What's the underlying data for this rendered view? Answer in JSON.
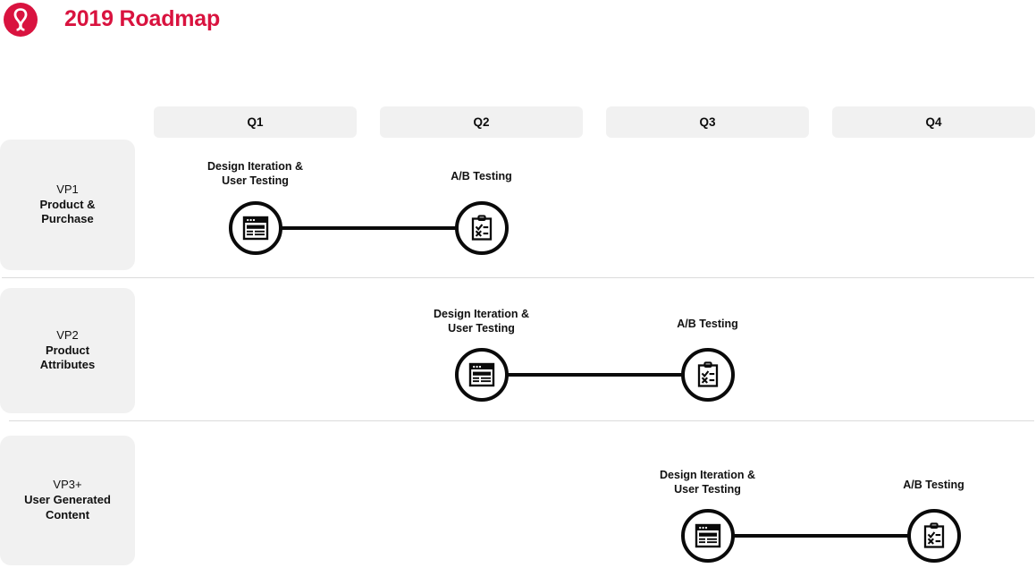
{
  "header": {
    "logo_name": "lululemon-logo",
    "logo_color": "#D9133F",
    "title": "2019 Roadmap",
    "title_color": "#D9133F"
  },
  "timeline": {
    "quarters": [
      {
        "label": "Q1"
      },
      {
        "label": "Q2"
      },
      {
        "label": "Q3"
      },
      {
        "label": "Q4"
      }
    ],
    "quarter_box_color": "#F1F1F1"
  },
  "rows": [
    {
      "id": "VP1",
      "name_line1": "Product &",
      "name_line2": "Purchase",
      "milestones": [
        {
          "label_line1": "Design Iteration &",
          "label_line2": "User Testing",
          "icon": "browser-wireframe-icon"
        },
        {
          "label_line1": "A/B Testing",
          "label_line2": "",
          "icon": "clipboard-checklist-icon"
        }
      ]
    },
    {
      "id": "VP2",
      "name_line1": "Product",
      "name_line2": "Attributes",
      "milestones": [
        {
          "label_line1": "Design Iteration &",
          "label_line2": "User Testing",
          "icon": "browser-wireframe-icon"
        },
        {
          "label_line1": "A/B Testing",
          "label_line2": "",
          "icon": "clipboard-checklist-icon"
        }
      ]
    },
    {
      "id": "VP3+",
      "name_line1": "User Generated",
      "name_line2": "Content",
      "milestones": [
        {
          "label_line1": "Design Iteration &",
          "label_line2": "User Testing",
          "icon": "browser-wireframe-icon"
        },
        {
          "label_line1": "A/B Testing",
          "label_line2": "",
          "icon": "clipboard-checklist-icon"
        }
      ]
    }
  ]
}
